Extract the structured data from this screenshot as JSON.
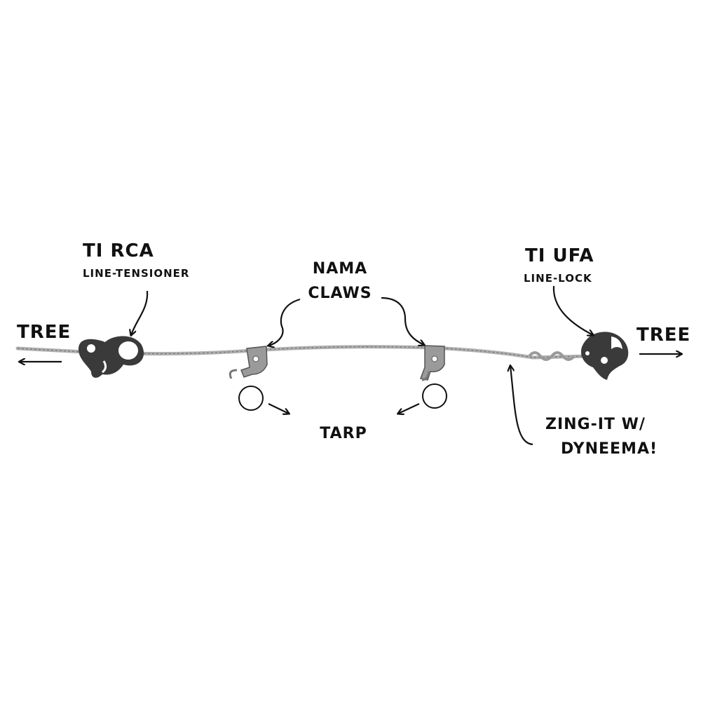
{
  "labels": {
    "left_tree": "Tree",
    "right_tree": "Tree",
    "rca_title": "Ti RCA",
    "rca_subtitle": "Line-Tensioner",
    "claws_line1": "Nama",
    "claws_line2": "Claws",
    "ufa_title": "Ti UFA",
    "ufa_subtitle": "Line-Lock",
    "tarp": "Tarp",
    "zing_line1": "Zing-It w/",
    "zing_line2": "Dyneema!"
  },
  "colors": {
    "ink": "#111111",
    "line": "#8a8a8a",
    "metal": "#3a3a3a",
    "claw": "#9a9a9a"
  }
}
